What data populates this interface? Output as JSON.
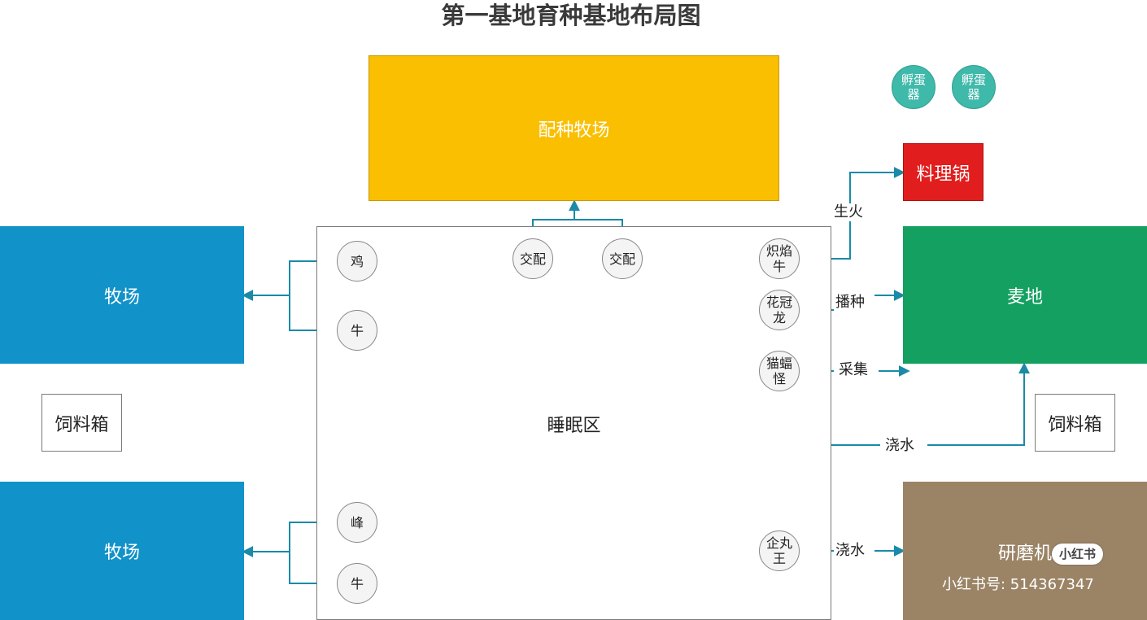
{
  "title": "第一基地育种基地布局图",
  "colors": {
    "breeding_ranch": "#f9bf00",
    "ranch": "#1192c8",
    "wheat": "#13a060",
    "cooking_pot": "#e11d1d",
    "grinder": "#9b8466",
    "incubator": "#3fb9aa",
    "connector": "#1a8aa8"
  },
  "zones": {
    "breeding_ranch": "配种牧场",
    "ranch_top": "牧场",
    "ranch_bottom": "牧场",
    "sleep_area": "睡眠区",
    "feed_box_left": "饲料箱",
    "feed_box_right": "饲料箱",
    "cooking_pot": "料理锅",
    "wheat_field": "麦地",
    "grinder": "研磨机"
  },
  "incubators": [
    "孵蛋器",
    "孵蛋器"
  ],
  "nodes": {
    "chicken": "鸡",
    "cow_top": "牛",
    "peak": "峰",
    "cow_bottom": "牛",
    "mate_1": "交配",
    "mate_2": "交配",
    "flame_bull": "炽焰牛",
    "florasaur": "花冠龙",
    "batcat": "猫蝠怪",
    "penking": "企丸王"
  },
  "edge_labels": {
    "fire": "生火",
    "sow": "播种",
    "gather": "采集",
    "water_1": "浇水",
    "water_2": "浇水"
  },
  "watermark": {
    "badge": "小红书",
    "account": "小红书号: 514367347"
  }
}
